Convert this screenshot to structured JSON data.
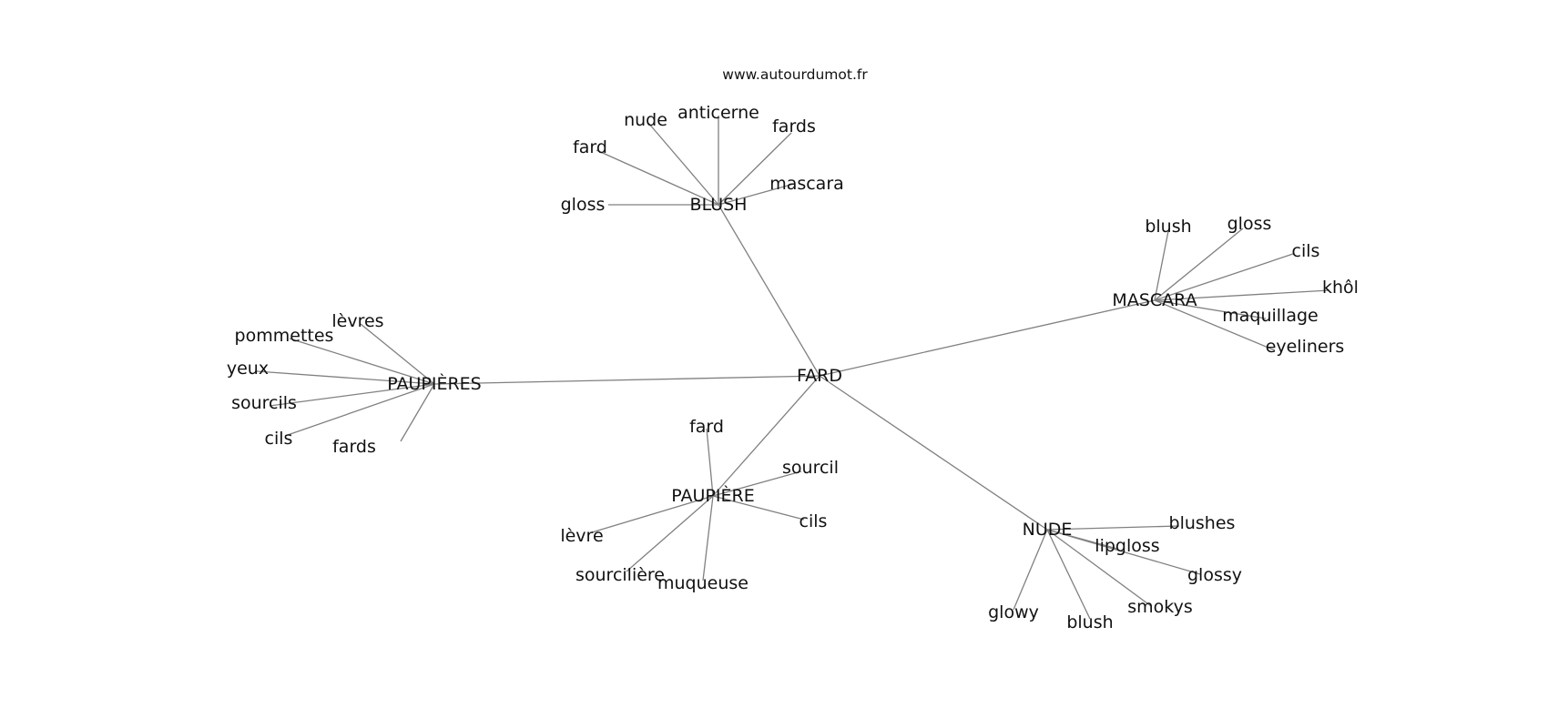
{
  "source": "www.autourdumot.fr",
  "center": "FARD",
  "hubs": [
    {
      "label": "BLUSH",
      "leaves": [
        "gloss",
        "fard",
        "nude",
        "anticerne",
        "fards",
        "mascara"
      ]
    },
    {
      "label": "MASCARA",
      "leaves": [
        "blush",
        "gloss",
        "cils",
        "khôl",
        "maquillage",
        "eyeliners"
      ]
    },
    {
      "label": "PAUPIÈRES",
      "leaves": [
        "lèvres",
        "pommettes",
        "yeux",
        "sourcils",
        "cils",
        "fards"
      ]
    },
    {
      "label": "PAUPIÈRE",
      "leaves": [
        "fard",
        "sourcil",
        "cils",
        "lèvre",
        "sourcilière",
        "muqueuse"
      ]
    },
    {
      "label": "NUDE",
      "leaves": [
        "blushes",
        "lipgloss",
        "glossy",
        "smokys",
        "blush",
        "glowy"
      ]
    }
  ]
}
